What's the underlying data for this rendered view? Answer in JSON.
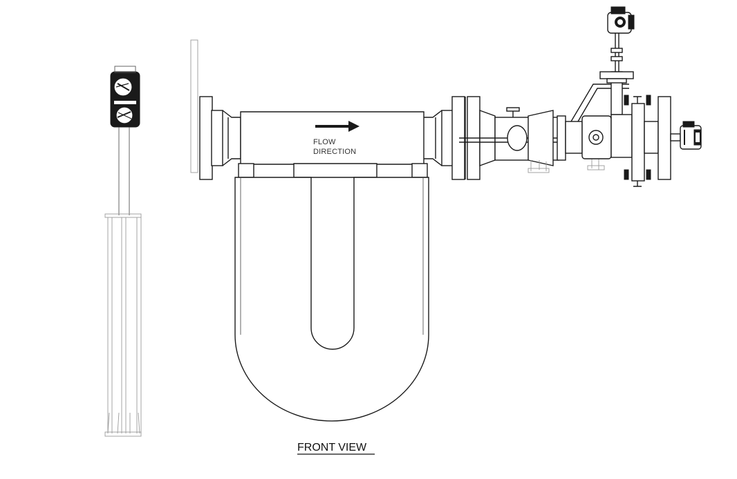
{
  "drawing": {
    "flow_label_line1": "FLOW",
    "flow_label_line2": "DIRECTION",
    "view_title": "FRONT VIEW"
  },
  "colors": {
    "line": "#1a1a1a",
    "background": "#ffffff"
  }
}
